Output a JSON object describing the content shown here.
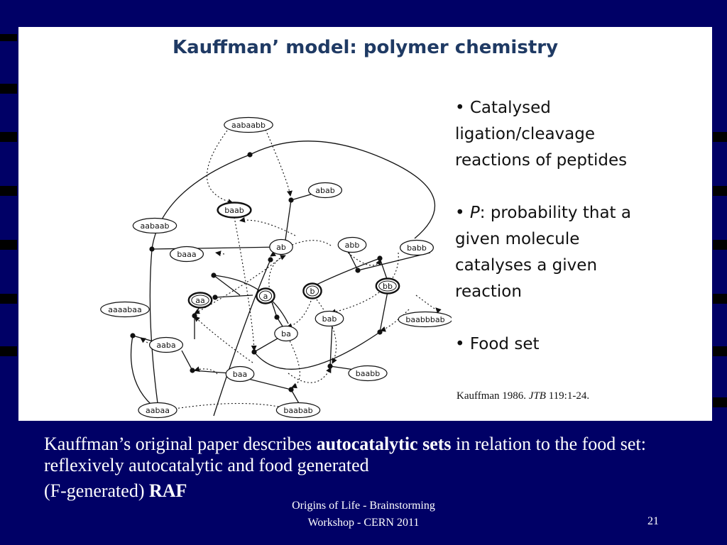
{
  "title": "Kauffman’ model: polymer chemistry",
  "diagram": {
    "nodes": [
      {
        "id": "aabaabb",
        "label": "aabaabb",
        "emph": false
      },
      {
        "id": "abab",
        "label": "abab",
        "emph": false
      },
      {
        "id": "baab",
        "label": "baab",
        "emph": true
      },
      {
        "id": "aabaab",
        "label": "aabaab",
        "emph": false
      },
      {
        "id": "abb",
        "label": "abb",
        "emph": false
      },
      {
        "id": "babb",
        "label": "babb",
        "emph": false
      },
      {
        "id": "ab",
        "label": "ab",
        "emph": false
      },
      {
        "id": "baaa",
        "label": "baaa",
        "emph": false
      },
      {
        "id": "aa",
        "label": "aa",
        "emph": true
      },
      {
        "id": "a",
        "label": "a",
        "emph": true
      },
      {
        "id": "b",
        "label": "b",
        "emph": true
      },
      {
        "id": "bb",
        "label": "bb",
        "emph": true
      },
      {
        "id": "aaaabaa",
        "label": "aaaabaa",
        "emph": false
      },
      {
        "id": "bab",
        "label": "bab",
        "emph": false
      },
      {
        "id": "baabbbab",
        "label": "baabbbab",
        "emph": false
      },
      {
        "id": "ba",
        "label": "ba",
        "emph": false
      },
      {
        "id": "aaba",
        "label": "aaba",
        "emph": false
      },
      {
        "id": "baa",
        "label": "baa",
        "emph": false
      },
      {
        "id": "baabb",
        "label": "baabb",
        "emph": false
      },
      {
        "id": "aabaa",
        "label": "aabaa",
        "emph": false
      },
      {
        "id": "baabab",
        "label": "baabab",
        "emph": false
      }
    ]
  },
  "bullets": [
    {
      "lines": [
        "• Catalysed",
        "ligation/cleavage",
        "reactions of peptides"
      ]
    },
    {
      "prefix": "• ",
      "italic": "P",
      "rest": ": probability that a",
      "lines": [
        "given molecule",
        "catalyses a given",
        "reaction"
      ]
    },
    {
      "lines": [
        "• Food set"
      ]
    }
  ],
  "citation": {
    "author": "Kauffman 1986. ",
    "journal": "JTB",
    "rest": " 119:1-24."
  },
  "caption": {
    "t1": "Kauffman’s original paper describes ",
    "b1": "autocatalytic sets",
    "t2": " in relation to the food set: reflexively autocatalytic and food generated",
    "t3": "(F-generated) ",
    "b2": "RAF"
  },
  "footer": {
    "line1": "Origins of Life - Brainstorming",
    "line2": "Workshop - CERN 2011",
    "page": "21"
  }
}
